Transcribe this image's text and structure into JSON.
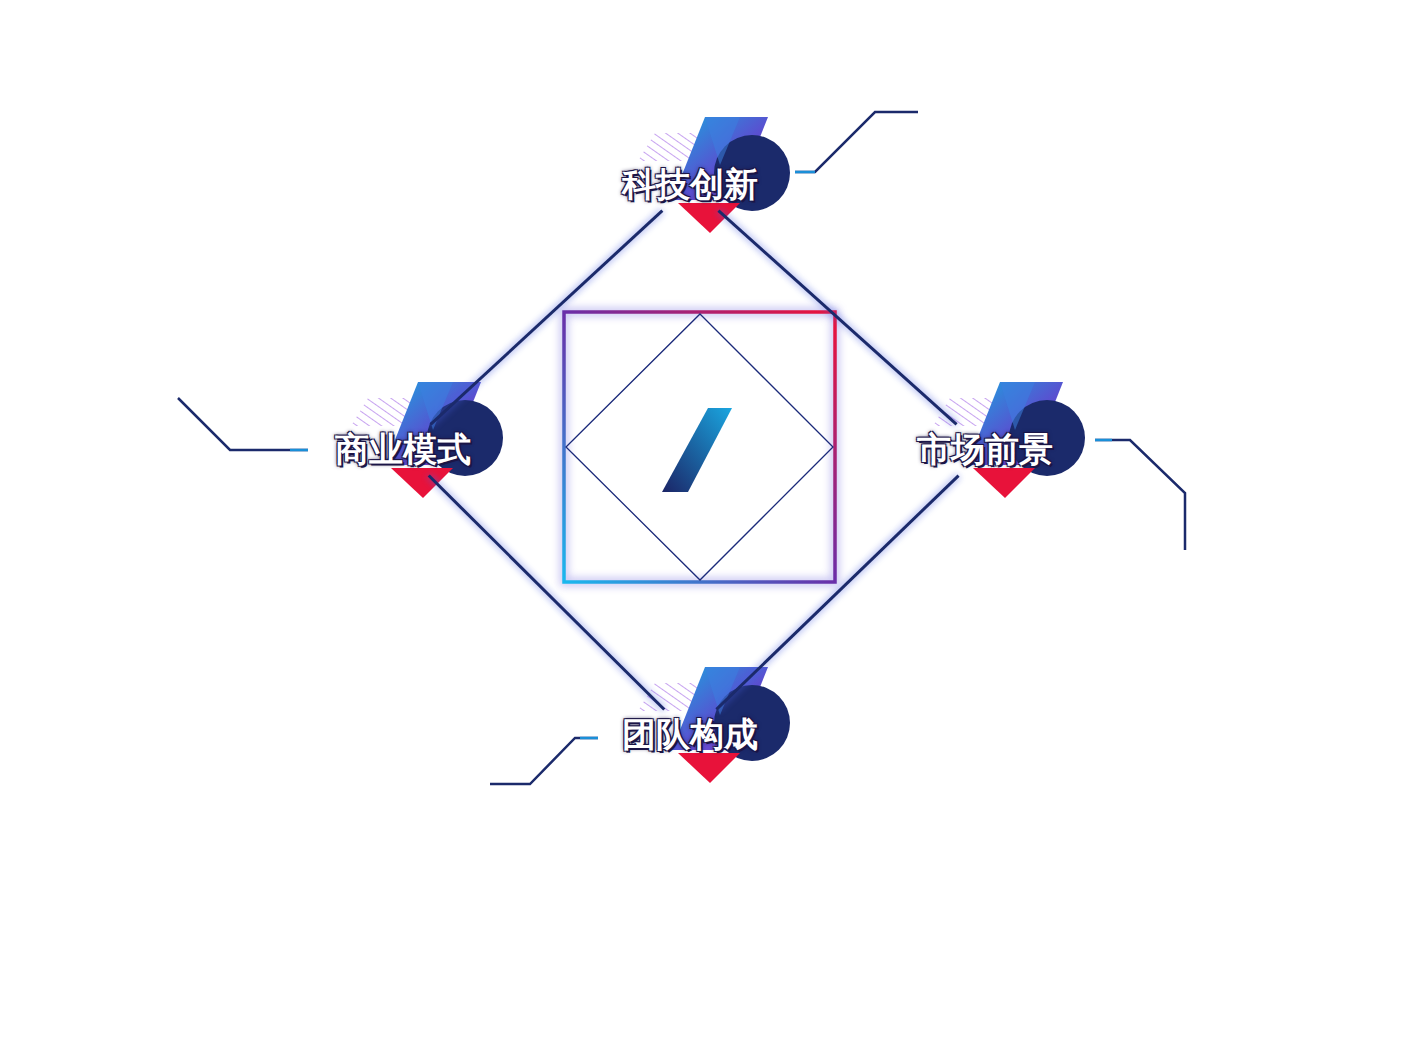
{
  "diagram": {
    "nodes": [
      {
        "text": [
          "科技创新"
        ]
      },
      {
        "text": [
          "商业模式"
        ]
      },
      {
        "text": [
          "市场前景"
        ]
      },
      {
        "text": [
          "团队构成"
        ]
      }
    ],
    "edges": [
      {
        "from": 0,
        "to": 1,
        "arrow": "none"
      },
      {
        "from": 0,
        "to": 2,
        "arrow": "none"
      },
      {
        "from": 2,
        "to": 3,
        "arrow": "none"
      },
      {
        "from": 1,
        "to": 3,
        "arrow": "none"
      }
    ]
  }
}
